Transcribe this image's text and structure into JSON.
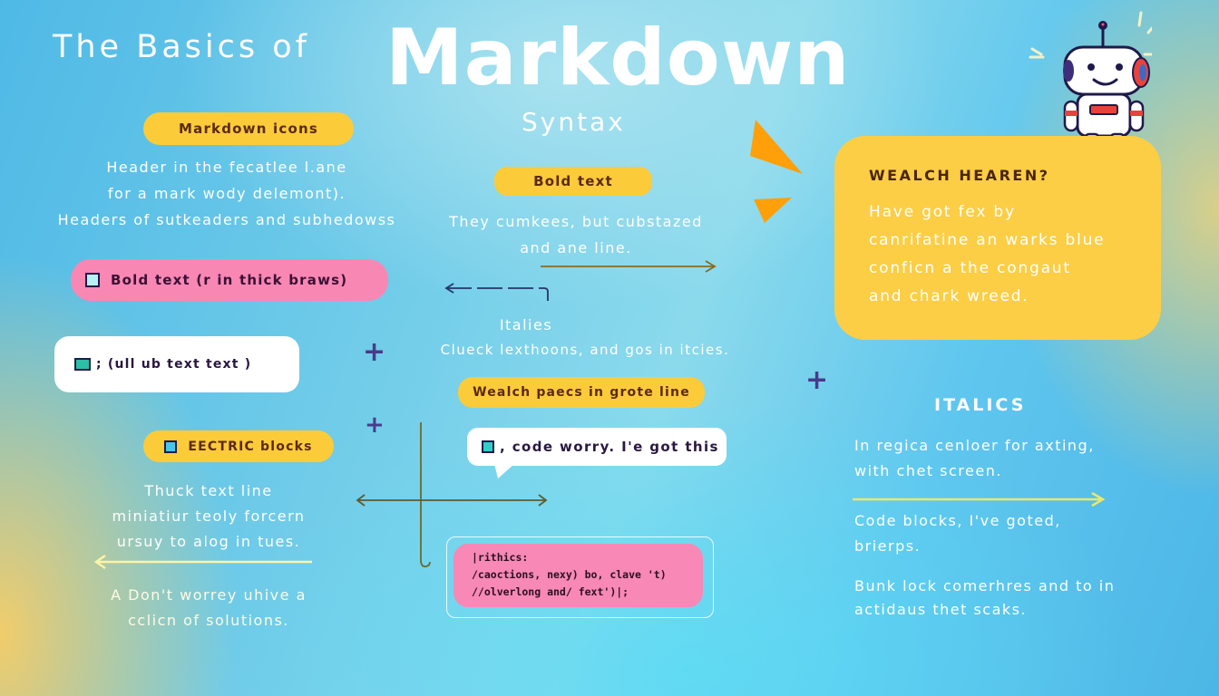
{
  "header": {
    "title_prefix": "The Basics of",
    "title_main": "Markdown",
    "subtitle": "Syntax"
  },
  "left_column": {
    "pill_1": {
      "label": "Markdown icons"
    },
    "para_1": [
      "Header in the fecatlee l.ane",
      "for a mark wody delemont).",
      "Headers of sutkeaders and subhedowss"
    ],
    "pill_2": {
      "label": "Bold text (r in thick braws)",
      "icon": "checkbox-icon"
    },
    "pill_3": {
      "label": "; (ull ub text text )",
      "icon": "file-icon"
    },
    "pill_4": {
      "label": "EECTRIC blocks",
      "icon": "image-icon"
    },
    "para_2": [
      "Thuck text line",
      "miniatiur teoly forcern",
      "ursuy to alog in tues."
    ],
    "para_3": [
      "A Don't worrey uhive a",
      "cclicn of solutions."
    ]
  },
  "center_column": {
    "pill_bold": {
      "label": "Bold text"
    },
    "para_1": [
      "They cumkees, but cubstazed",
      "and ane line."
    ],
    "italics_label": "Italies",
    "italics_line": "Clueck lexthoons, and gos in itcies.",
    "pill_quote": {
      "label": "Wealch paecs in grote line"
    },
    "bubble": {
      "label": ", code worry. I'e got this",
      "icon": "checkbox-icon"
    },
    "code_block": [
      "|rithics:",
      "/caoctions, nexy) bo, clave 't)",
      "//olverlong and/ fext')|;"
    ]
  },
  "right_column": {
    "card": {
      "title": "WEALCH HEAREN?",
      "lines": [
        "Have got fex by",
        "canrifatine an warks blue",
        "conficn a the congaut",
        "and chark wreed."
      ]
    },
    "italics_heading": "ITALICS",
    "para_1": [
      "In regica cenloer for axting,",
      "with chet screen."
    ],
    "para_2": [
      "Code blocks, I've goted,",
      "brierps."
    ],
    "para_3": [
      "Bunk lock comerhres and to in",
      "actidaus thet scaks."
    ]
  },
  "decorations": {
    "mascot": "robot-mascot",
    "plus_marks": 4
  },
  "colors": {
    "yellow": "#fccb3a",
    "pink": "#f887b4",
    "orange": "#ff9f0a",
    "sky": "#5fc6ee"
  }
}
